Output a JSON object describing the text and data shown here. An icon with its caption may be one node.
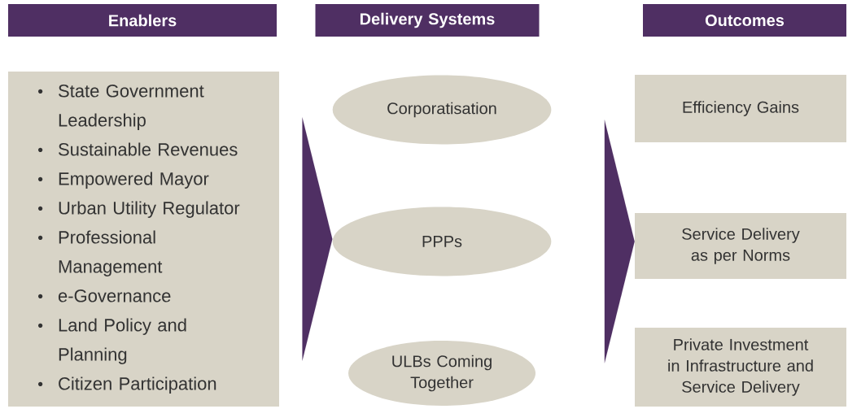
{
  "diagram": {
    "nodes": [
      {
        "text": [
          "Enablers"
        ]
      },
      {
        "text": [
          "Delivery Systems"
        ]
      },
      {
        "text": [
          "Outcomes"
        ]
      },
      {
        "text": [
          "State Government Leadership",
          "Sustainable Revenues",
          "Empowered Mayor",
          "Urban Utility Regulator",
          "Professional Management",
          "e-Governance",
          "Land Policy and Planning",
          "Citizen Participation"
        ]
      },
      {
        "text": [
          "Corporatisation"
        ]
      },
      {
        "text": [
          "PPPs"
        ]
      },
      {
        "text": [
          "ULBs Coming Together"
        ]
      },
      {
        "text": [
          "Efficiency Gains"
        ]
      },
      {
        "text": [
          "Service Delivery as per Norms"
        ]
      },
      {
        "text": [
          "Private Investment in Infrastructure and Service Delivery"
        ]
      }
    ],
    "edges": [
      {
        "from": 3,
        "to": 5,
        "arrow": "to"
      },
      {
        "from": 5,
        "to": 8,
        "arrow": "to"
      }
    ]
  }
}
